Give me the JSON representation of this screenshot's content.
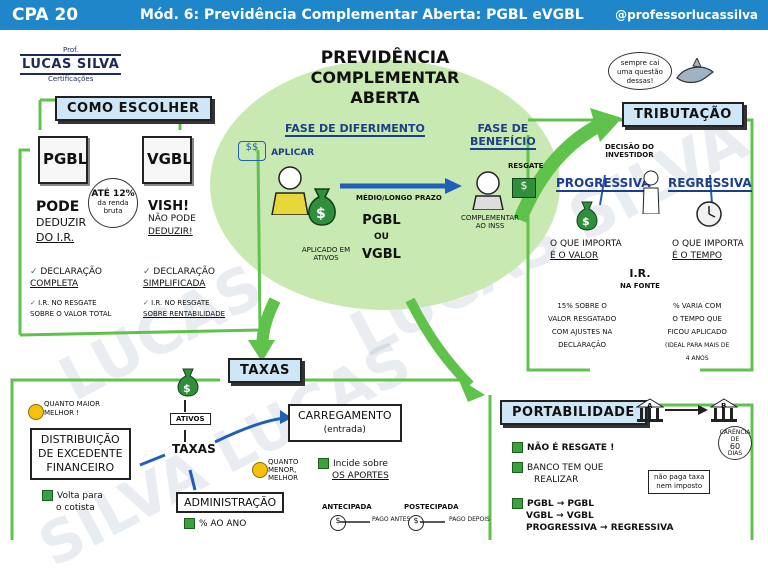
{
  "header": {
    "left": "CPA 20",
    "center": "Mód. 6: Previdência Complementar Aberta: PGBL eVGBL",
    "right": "@professorlucassilva"
  },
  "logo": {
    "prof": "Prof.",
    "name": "LUCAS SILVA",
    "sub": "Certificações"
  },
  "center": {
    "title1": "PREVIDÊNCIA",
    "title2": "COMPLEMENTAR ABERTA",
    "fase_diferimento": "FASE DE DIFERIMENTO",
    "fase_beneficio1": "FASE DE",
    "fase_beneficio2": "BENEFÍCIO",
    "aplicar": "APLICAR",
    "resgate": "RESGATE",
    "medio_longo": "MÉDIO/LONGO PRAZO",
    "aplicado1": "APLICADO EM",
    "aplicado2": "ATIVOS",
    "pgbl_ou_vgbl1": "PGBL",
    "pgbl_ou_vgbl2": "OU",
    "pgbl_ou_vgbl3": "VGBL",
    "complementar1": "COMPLEMENTAR",
    "complementar2": "AO INSS"
  },
  "como_escolher": {
    "title": "COMO ESCOLHER",
    "pgbl_card": "PGBL",
    "vgbl_card": "VGBL",
    "pgbl_pode": "PODE",
    "pgbl_deduzir": "DEDUZIR",
    "pgbl_do_ir": "DO I.R.",
    "bubble1": "ATÉ 12%",
    "bubble2": "da renda",
    "bubble3": "bruta",
    "vgbl_vish": "VISH!",
    "vgbl_nao1": "NÃO PODE",
    "vgbl_nao2": "DEDUZIR!",
    "pgbl_decl1": "DECLARAÇÃO",
    "pgbl_decl2": "COMPLETA",
    "pgbl_ir1": "I.R. NO RESGATE",
    "pgbl_ir2": "SOBRE O VALOR TOTAL",
    "vgbl_decl1": "DECLARAÇÃO",
    "vgbl_decl2": "SIMPLIFICADA",
    "vgbl_ir1": "I.R. NO RESGATE",
    "vgbl_ir2": "SOBRE RENTABILIDADE"
  },
  "tributacao": {
    "title": "TRIBUTAÇÃO",
    "shark_bubble": "sempre cai uma questão dessas!",
    "decisao1": "DECISÃO DO",
    "decisao2": "INVESTIDOR",
    "progressiva": "PROGRESSIVA",
    "regressiva": "REGRESSIVA",
    "prog_q1": "O QUE IMPORTA",
    "prog_q2": "É O VALOR",
    "reg_q1": "O QUE IMPORTA",
    "reg_q2": "É O TEMPO",
    "ir_fonte1": "I.R.",
    "ir_fonte2": "NA FONTE",
    "prog_15_1": "15% SOBRE O",
    "prog_15_2": "VALOR RESGATADO",
    "prog_15_3": "COM AJUSTES NA",
    "prog_15_4": "DECLARAÇÃO",
    "reg_v1": "% VARIA COM",
    "reg_v2": "O TEMPO QUE",
    "reg_v3": "FICOU APLICADO",
    "reg_v4": "(IDEAL PARA MAIS DE",
    "reg_v5": "4 ANOS"
  },
  "taxas": {
    "title": "TAXAS",
    "ativos": "ATIVOS",
    "taxas": "TAXAS",
    "quanto_maior1": "QUANTO MAIOR",
    "quanto_maior2": "MELHOR !",
    "distribuicao1": "DISTRIBUIÇÃO",
    "distribuicao2": "DE EXCEDENTE",
    "distribuicao3": "FINANCEIRO",
    "volta1": "Volta para",
    "volta2": "o cotista",
    "carregamento1": "CARREGAMENTO",
    "carregamento2": "(entrada)",
    "quanto_menor1": "QUANTO",
    "quanto_menor2": "MENOR,",
    "quanto_menor3": "MELHOR",
    "incide1": "Incide sobre",
    "incide2": "OS APORTES",
    "antecipada": "ANTECIPADA",
    "postecipada": "POSTECIPADA",
    "pago_antes": "PAGO ANTES",
    "pago_depois": "PAGO DEPOIS",
    "administracao": "ADMINISTRAÇÃO",
    "ao_ano": "% AO ANO"
  },
  "portabilidade": {
    "title": "PORTABILIDADE",
    "b1": "NÃO É RESGATE !",
    "b2a": "BANCO TEM QUE",
    "b2b": "REALIZAR",
    "b3a": "PGBL",
    "b3b": "PGBL",
    "b3c": "VGBL",
    "b3d": "VGBL",
    "b3e": "PROGRESSIVA",
    "b3f": "REGRESSIVA",
    "carencia1": "CARÊNCIA",
    "carencia2": "DE",
    "carencia3": "60",
    "carencia4": "DIAS",
    "nao_paga1": "não paga taxa",
    "nao_paga2": "nem imposto",
    "bank_a": "A",
    "bank_b": "B"
  }
}
